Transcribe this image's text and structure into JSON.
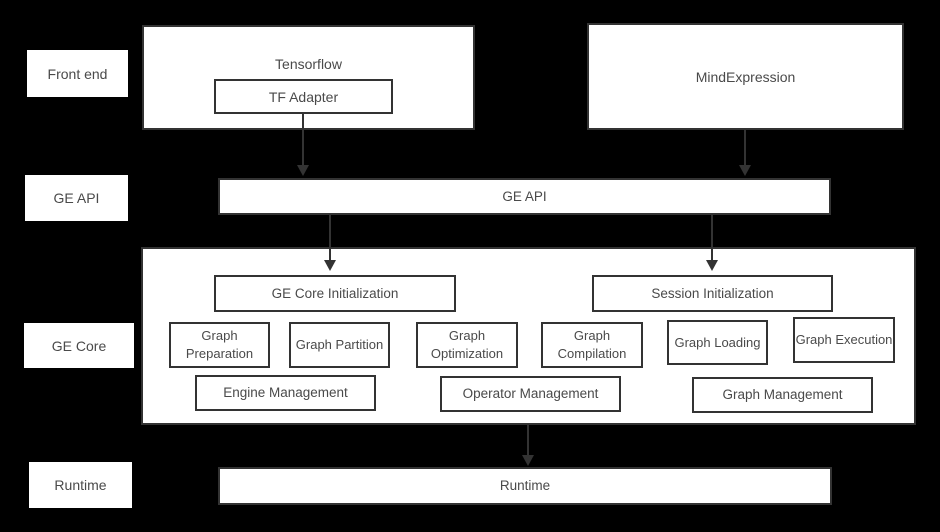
{
  "row_labels": [
    "Front end",
    "GE API",
    "GE Core",
    "Runtime"
  ],
  "front_end": {
    "tensorflow_label": "Tensorflow",
    "tf_adapter_label": "TF Adapter",
    "mindexpression_label": "MindExpression"
  },
  "ge_api": {
    "label": "GE API"
  },
  "ge_core": {
    "init_label": "GE Core Initialization",
    "session_init_label": "Session Initialization",
    "modules": [
      "Graph Preparation",
      "Graph Partition",
      "Graph Optimization",
      "Graph Compilation",
      "Graph Loading",
      "Graph Execution"
    ],
    "managers": [
      "Engine Management",
      "Operator Management",
      "Graph Management"
    ]
  },
  "runtime": {
    "label": "Runtime"
  },
  "arrows": [
    "tf-adapter-to-ge-api",
    "mindexpression-to-ge-api",
    "ge-api-to-ge-core-initialization",
    "ge-api-to-session-initialization",
    "ge-core-to-runtime"
  ],
  "colors": {
    "background": "#000000",
    "box_fill": "#ffffff",
    "border": "#333333",
    "text": "#4a4a4a",
    "arrow": "#333333"
  }
}
